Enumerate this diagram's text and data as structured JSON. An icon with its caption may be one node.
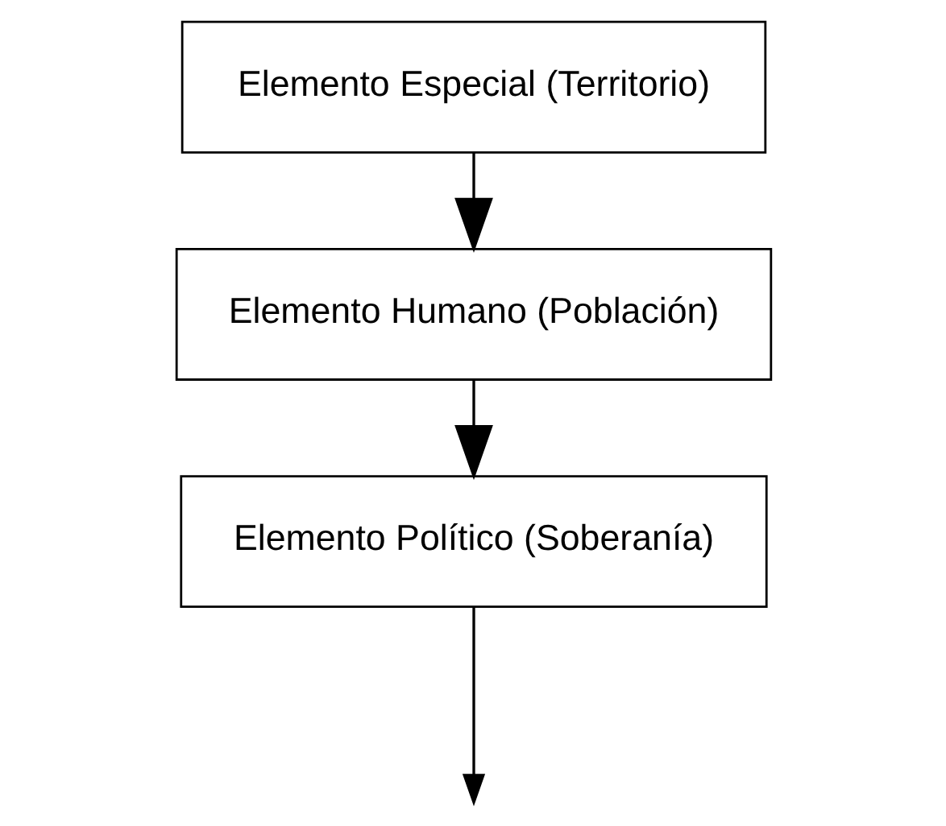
{
  "diagram": {
    "nodes": [
      {
        "text": [
          "Elemento Especial (Territorio)"
        ]
      },
      {
        "text": [
          "Elemento Humano (Población)"
        ]
      },
      {
        "text": [
          "Elemento Político (Soberanía)"
        ]
      }
    ],
    "edges": [
      {
        "from": 0,
        "to": 1,
        "arrow": "to"
      },
      {
        "from": 1,
        "to": 2,
        "arrow": "to"
      },
      {
        "from": 2,
        "to": null,
        "arrow": "to"
      }
    ]
  }
}
